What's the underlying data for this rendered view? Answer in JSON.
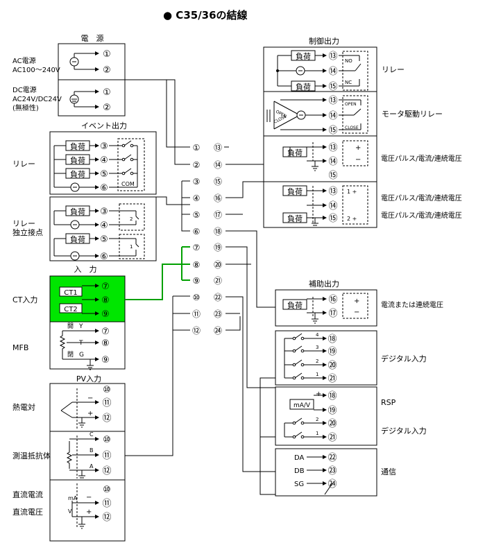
{
  "title": "● C35/36の結線",
  "power": {
    "header": "電　源",
    "ac_label_1": "AC電源",
    "ac_label_2": "AC100～240V",
    "dc_label_1": "DC電源",
    "dc_label_2": "AC24V/DC24V",
    "dc_label_3": "(無極性)"
  },
  "event": {
    "header": "イベント出力",
    "relay_label": "リレー",
    "indep_label_1": "リレー",
    "indep_label_2": "独立接点",
    "com": "COM"
  },
  "input": {
    "header": "入　力",
    "ct_label": "CT入力",
    "ct1": "CT1",
    "ct2": "CT2",
    "mfb_label": "MFB",
    "mfb_open": "開",
    "mfb_close": "閉",
    "mfb_y": "Y",
    "mfb_t": "T",
    "mfb_g": "G"
  },
  "pv": {
    "header": "PV入力",
    "tc_label": "熱電対",
    "rtd_label": "測温抵抗体",
    "dc_label_1": "直流電流",
    "dc_label_2": "直流電圧",
    "rtd_c": "C",
    "rtd_b": "B",
    "rtd_a": "A",
    "ma": "mA",
    "v": "V"
  },
  "control": {
    "header": "制御出力",
    "relay": "リレー",
    "motor": "モータ駆動リレー",
    "voltage_pulse_1": "電圧パルス/電流/連続電圧",
    "voltage_pulse_2": "電圧パルス/電流/連続電圧",
    "voltage_pulse_3": "電圧パルス/電流/連続電圧",
    "no": "NO",
    "nc": "NC",
    "open": "OPEN",
    "close": "CLOSE"
  },
  "aux": {
    "header": "補助出力",
    "label": "電流または連続電圧"
  },
  "digital": {
    "label_1": "デジタル入力",
    "label_2": "デジタル入力",
    "rsp": "RSP",
    "mav": "mA/V"
  },
  "comm": {
    "label": "通信",
    "da": "DA",
    "db": "DB",
    "sg": "SG"
  },
  "load": "負荷",
  "terminals": [
    "①",
    "②",
    "③",
    "④",
    "⑤",
    "⑥",
    "⑦",
    "⑧",
    "⑨",
    "⑩",
    "⑪",
    "⑫",
    "⑬",
    "⑭",
    "⑮",
    "⑯",
    "⑰",
    "⑱",
    "⑲",
    "⑳",
    "㉑",
    "㉒",
    "㉓",
    "㉔"
  ],
  "colors": {
    "ct_fill": "#00e600",
    "ct_wire": "#00a000",
    "line": "#000000"
  }
}
